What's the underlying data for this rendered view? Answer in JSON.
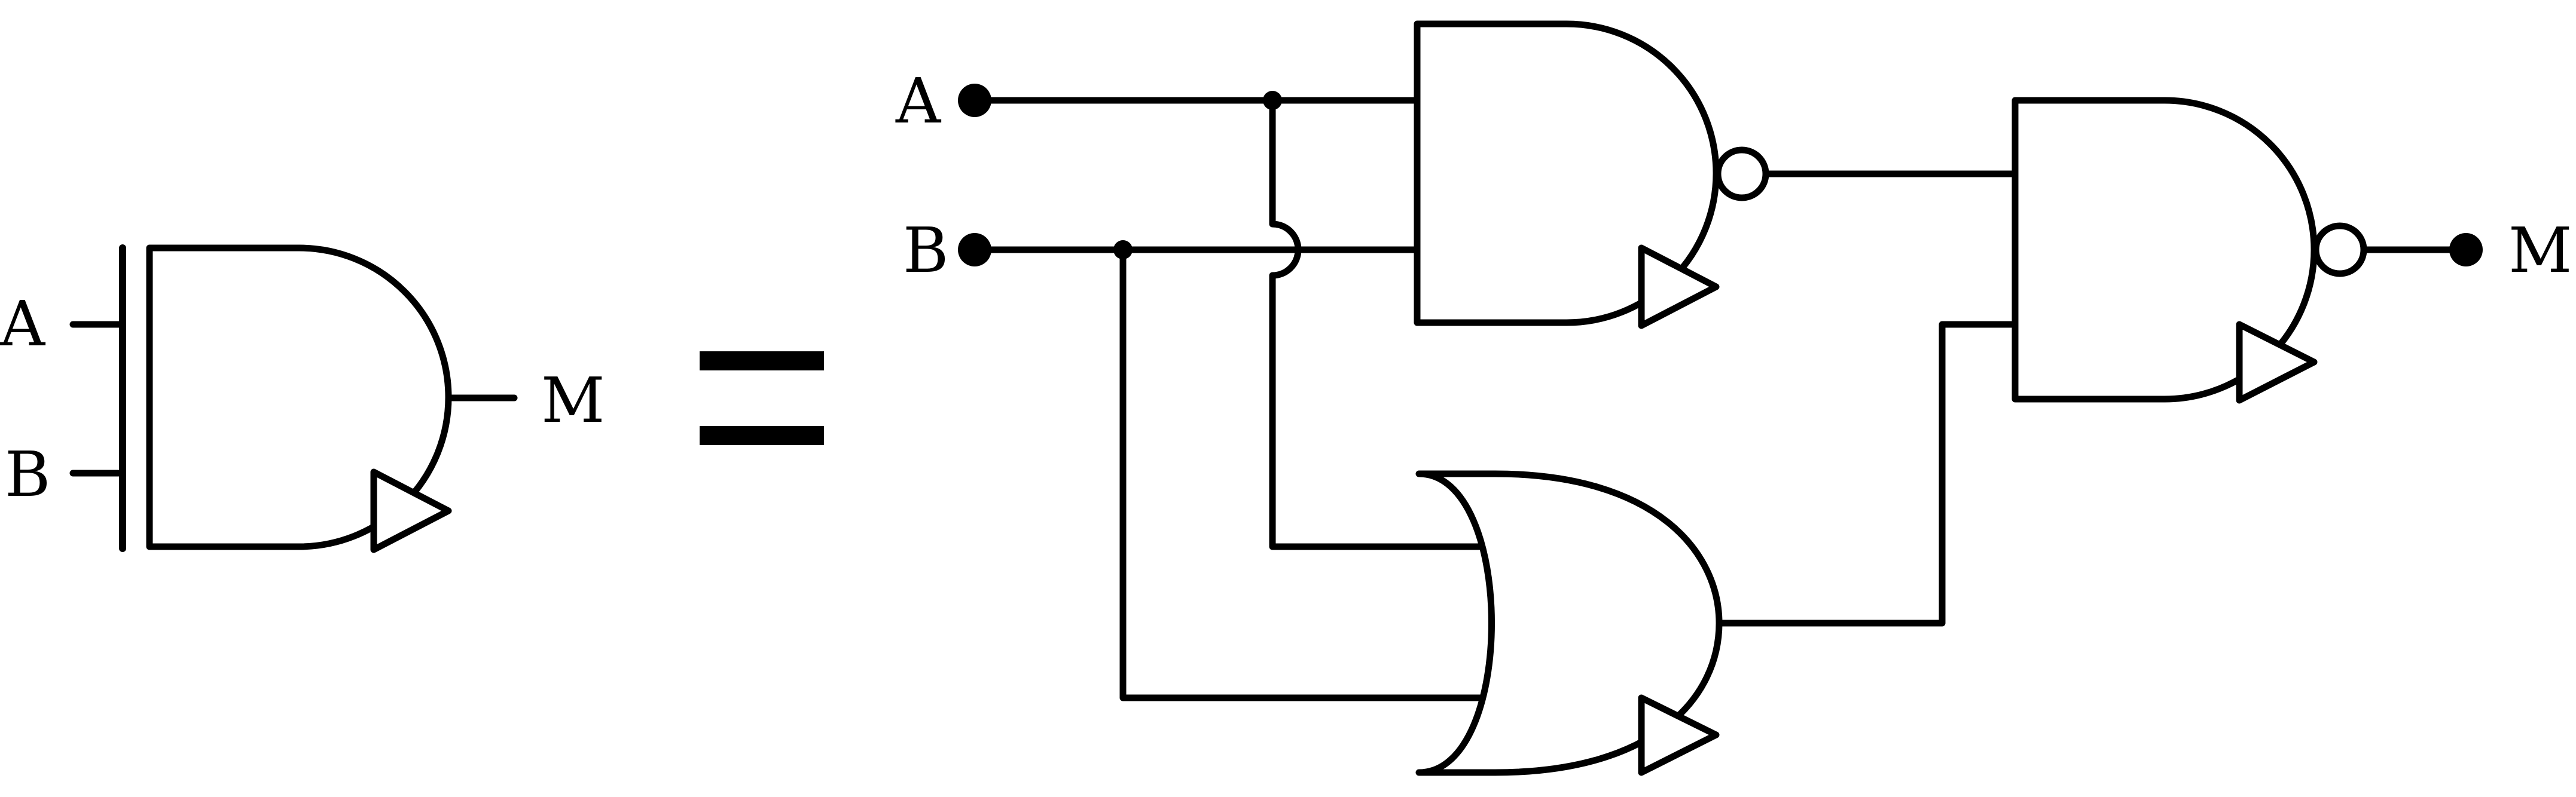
{
  "left_symbol": {
    "input_a": "A",
    "input_b": "B",
    "output": "M"
  },
  "equals_sign": "=",
  "circuit": {
    "input_a": "A",
    "input_b": "B",
    "output": "M"
  },
  "colors": {
    "line": "#000000",
    "background": "#ffffff"
  }
}
